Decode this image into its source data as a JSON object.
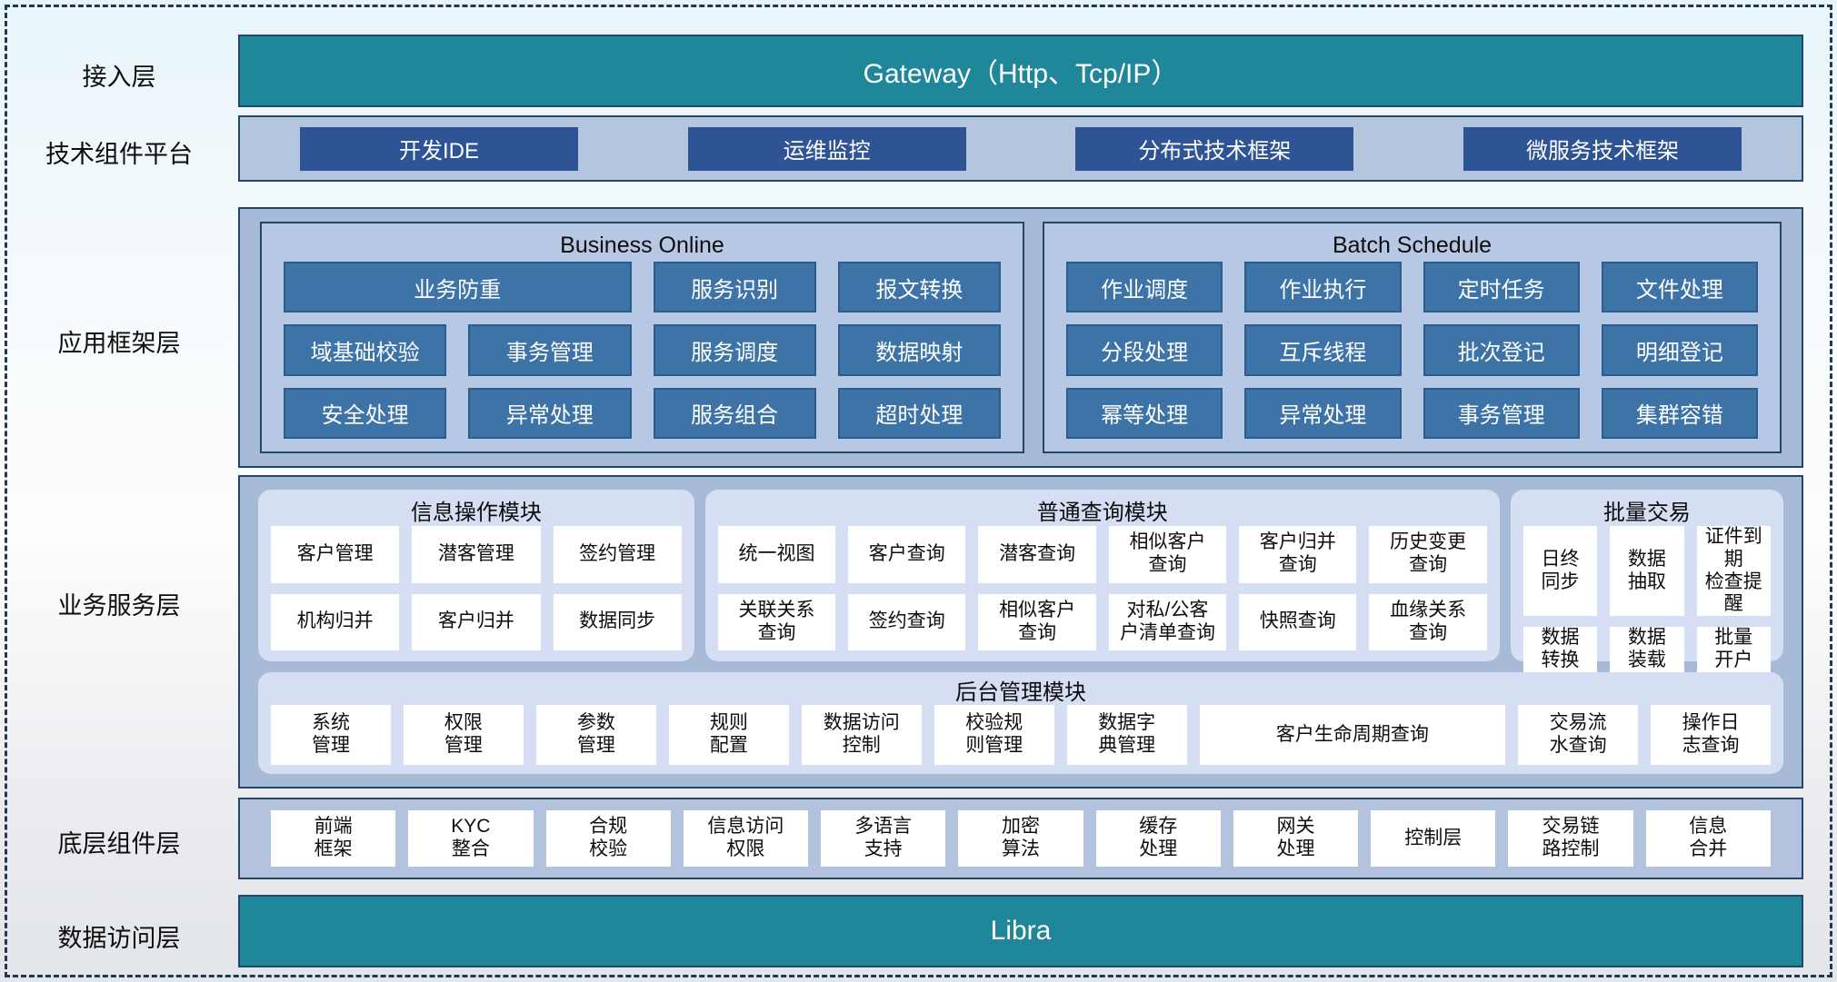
{
  "access": {
    "label": "接入层",
    "gateway": "Gateway（Http、Tcp/IP）"
  },
  "tech": {
    "label": "技术组件平台",
    "items": [
      "开发IDE",
      "运维监控",
      "分布式技术框架",
      "微服务技术框架"
    ]
  },
  "app": {
    "label": "应用框架层",
    "panels": [
      {
        "title": "Business Online",
        "items": [
          {
            "label": "业务防重",
            "span": 2
          },
          "服务识别",
          "报文转换",
          "域基础校验",
          "事务管理",
          "服务调度",
          "数据映射",
          "安全处理",
          "异常处理",
          "服务组合",
          "超时处理"
        ]
      },
      {
        "title": "Batch Schedule",
        "items": [
          "作业调度",
          "作业执行",
          "定时任务",
          "文件处理",
          "分段处理",
          "互斥线程",
          "批次登记",
          "明细登记",
          "幂等处理",
          "异常处理",
          "事务管理",
          "集群容错"
        ]
      }
    ]
  },
  "biz": {
    "label": "业务服务层",
    "modules": [
      {
        "title": "信息操作模块",
        "items": [
          "客户管理",
          "潜客管理",
          "签约管理",
          "机构归并",
          "客户归并",
          "数据同步"
        ]
      },
      {
        "title": "普通查询模块",
        "items": [
          "统一视图",
          "客户查询",
          "潜客查询",
          "相似客户\n查询",
          "客户归并\n查询",
          "历史变更\n查询",
          "关联关系\n查询",
          "签约查询",
          "相似客户\n查询",
          "对私/公客\n户清单查询",
          "快照查询",
          "血缘关系\n查询"
        ]
      },
      {
        "title": "批量交易",
        "items": [
          "日终\n同步",
          "数据\n抽取",
          "证件到期\n检查提醒",
          "数据\n转换",
          "数据\n装载",
          "批量\n开户"
        ]
      }
    ],
    "admin": {
      "title": "后台管理模块",
      "items": [
        "系统\n管理",
        "权限\n管理",
        "参数\n管理",
        "规则\n配置",
        "数据访问\n控制",
        "校验规\n则管理",
        "数据字\n典管理",
        {
          "label": "客户生命周期查询",
          "wide": true
        },
        "交易流\n水查询",
        "操作日\n志查询"
      ]
    }
  },
  "bottom": {
    "label": "底层组件层",
    "items": [
      "前端\n框架",
      "KYC\n整合",
      "合规\n校验",
      "信息访问\n权限",
      "多语言\n支持",
      "加密\n算法",
      "缓存\n处理",
      "网关\n处理",
      "控制层",
      "交易链\n路控制",
      "信息\n合并"
    ]
  },
  "data_access": {
    "label": "数据访问层",
    "libra": "Libra"
  },
  "colors": {
    "teal": "#1f8799",
    "dark_blue": "#2f5496",
    "steel_blue": "#3d73a7",
    "band_blue": "#b3c6dd",
    "panel_blue": "#b7c8e4",
    "outer_blue": "#a7bbd9",
    "card_lavender": "#d5def2",
    "border_navy": "#24466b"
  }
}
